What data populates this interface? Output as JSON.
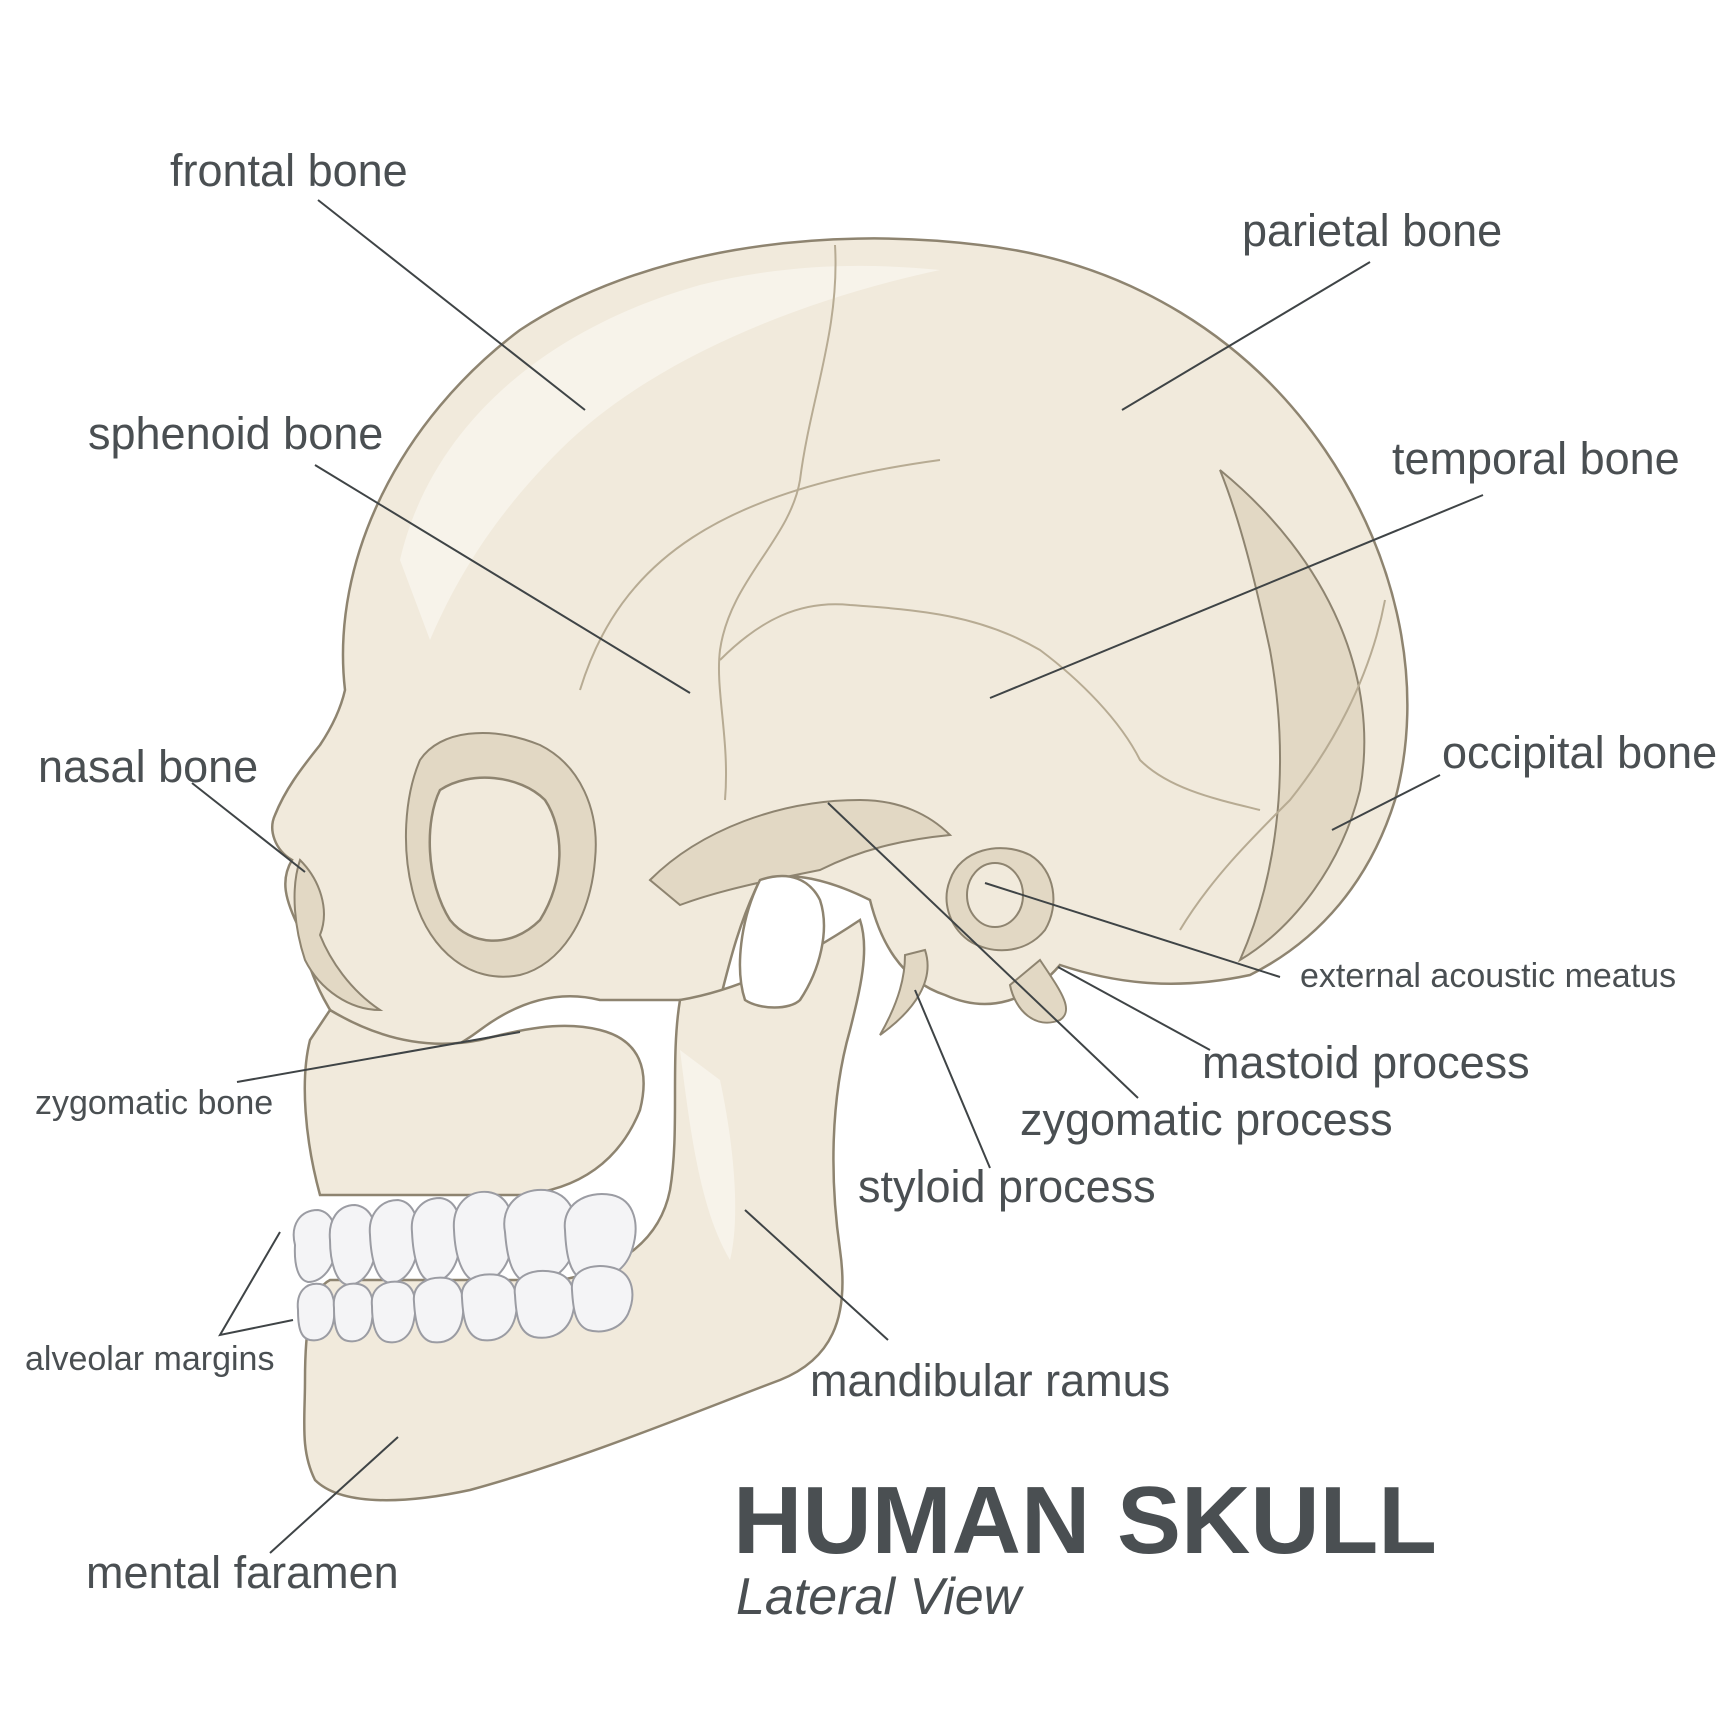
{
  "title": "HUMAN SKULL",
  "subtitle": "Lateral View",
  "labels": {
    "frontal_bone": "frontal bone",
    "parietal_bone": "parietal bone",
    "sphenoid_bone": "sphenoid bone",
    "temporal_bone": "temporal bone",
    "nasal_bone": "nasal bone",
    "occipital_bone": "occipital bone",
    "external_acoustic_meatus": "external acoustic meatus",
    "mastoid_process": "mastoid process",
    "zygomatic_process": "zygomatic process",
    "styloid_process": "styloid process",
    "zygomatic_bone": "zygomatic bone",
    "alveolar_margins": "alveolar margins",
    "mandibular_ramus": "mandibular ramus",
    "mental_faramen": "mental faramen"
  },
  "colors": {
    "bone": "#f1eadc",
    "bone_shadow": "#e2d8c4",
    "outline": "#8e8470",
    "teeth": "#f4f4f6",
    "text": "#4a4f52"
  }
}
